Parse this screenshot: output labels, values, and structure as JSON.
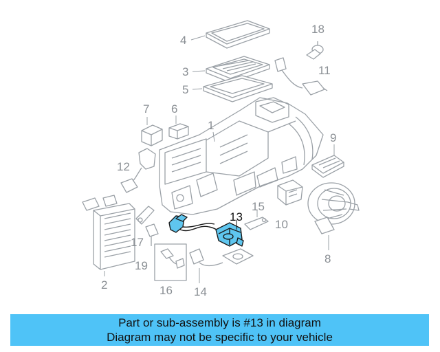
{
  "diagram": {
    "labels": {
      "l1": "1",
      "l2": "2",
      "l3": "3",
      "l4": "4",
      "l5": "5",
      "l6": "6",
      "l7": "7",
      "l8": "8",
      "l9": "9",
      "l10": "10",
      "l11": "11",
      "l12": "12",
      "l13": "13",
      "l14": "14",
      "l15": "15",
      "l16": "16",
      "l17": "17",
      "l18": "18",
      "l19": "19"
    },
    "highlight_color": "#5fc6ef"
  },
  "banner": {
    "line1": "Part or sub-assembly is #13 in diagram",
    "line2": "Diagram may not be specific to your vehicle",
    "background": "#4fc3f7"
  }
}
